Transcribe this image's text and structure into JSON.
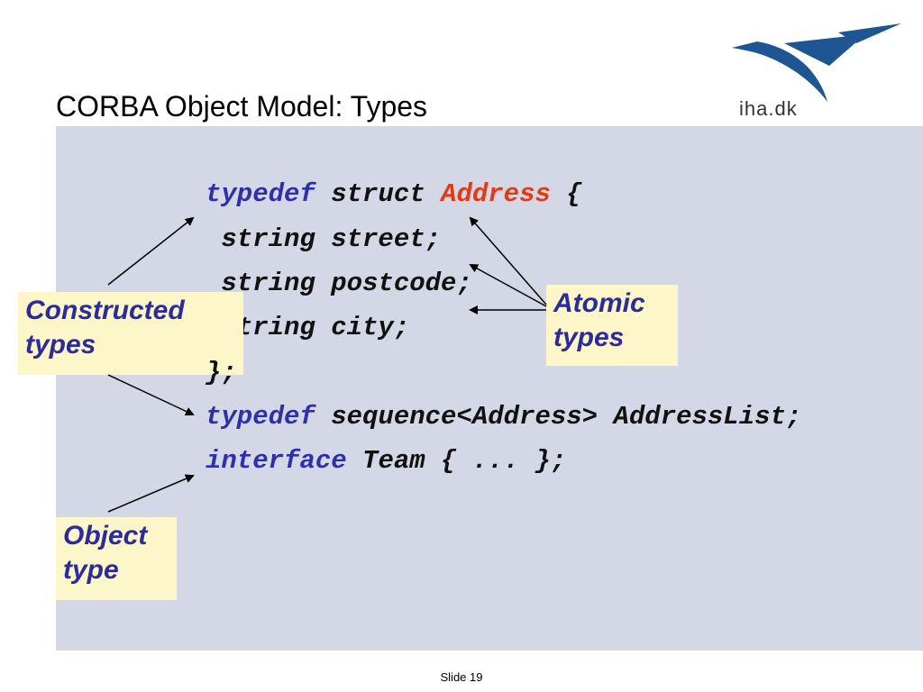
{
  "slide": {
    "title": "CORBA Object Model: Types",
    "logo_text": "iha.dk",
    "footer": "Slide 19"
  },
  "code": {
    "line1": {
      "kw": "typedef",
      "rest1": " struct ",
      "name": "Address",
      "rest2": " {"
    },
    "line2": " string street;",
    "line3": " string postcode;",
    "line4": " string city;",
    "line5": "};",
    "line6": {
      "kw": "typedef",
      "rest": " sequence<Address> AddressList;"
    },
    "line7": {
      "kw": "interface",
      "rest": " Team { ... };"
    }
  },
  "labels": {
    "constructed": [
      "Constructed",
      "types"
    ],
    "atomic": [
      "Atomic",
      "types"
    ],
    "object": [
      "Object",
      "type"
    ]
  },
  "colors": {
    "panel": "#d4d8e6",
    "label_bg": "#fcf6c8",
    "keyword": "#2f2fa8",
    "highlight": "#e23a13",
    "logo": "#1e5593"
  }
}
